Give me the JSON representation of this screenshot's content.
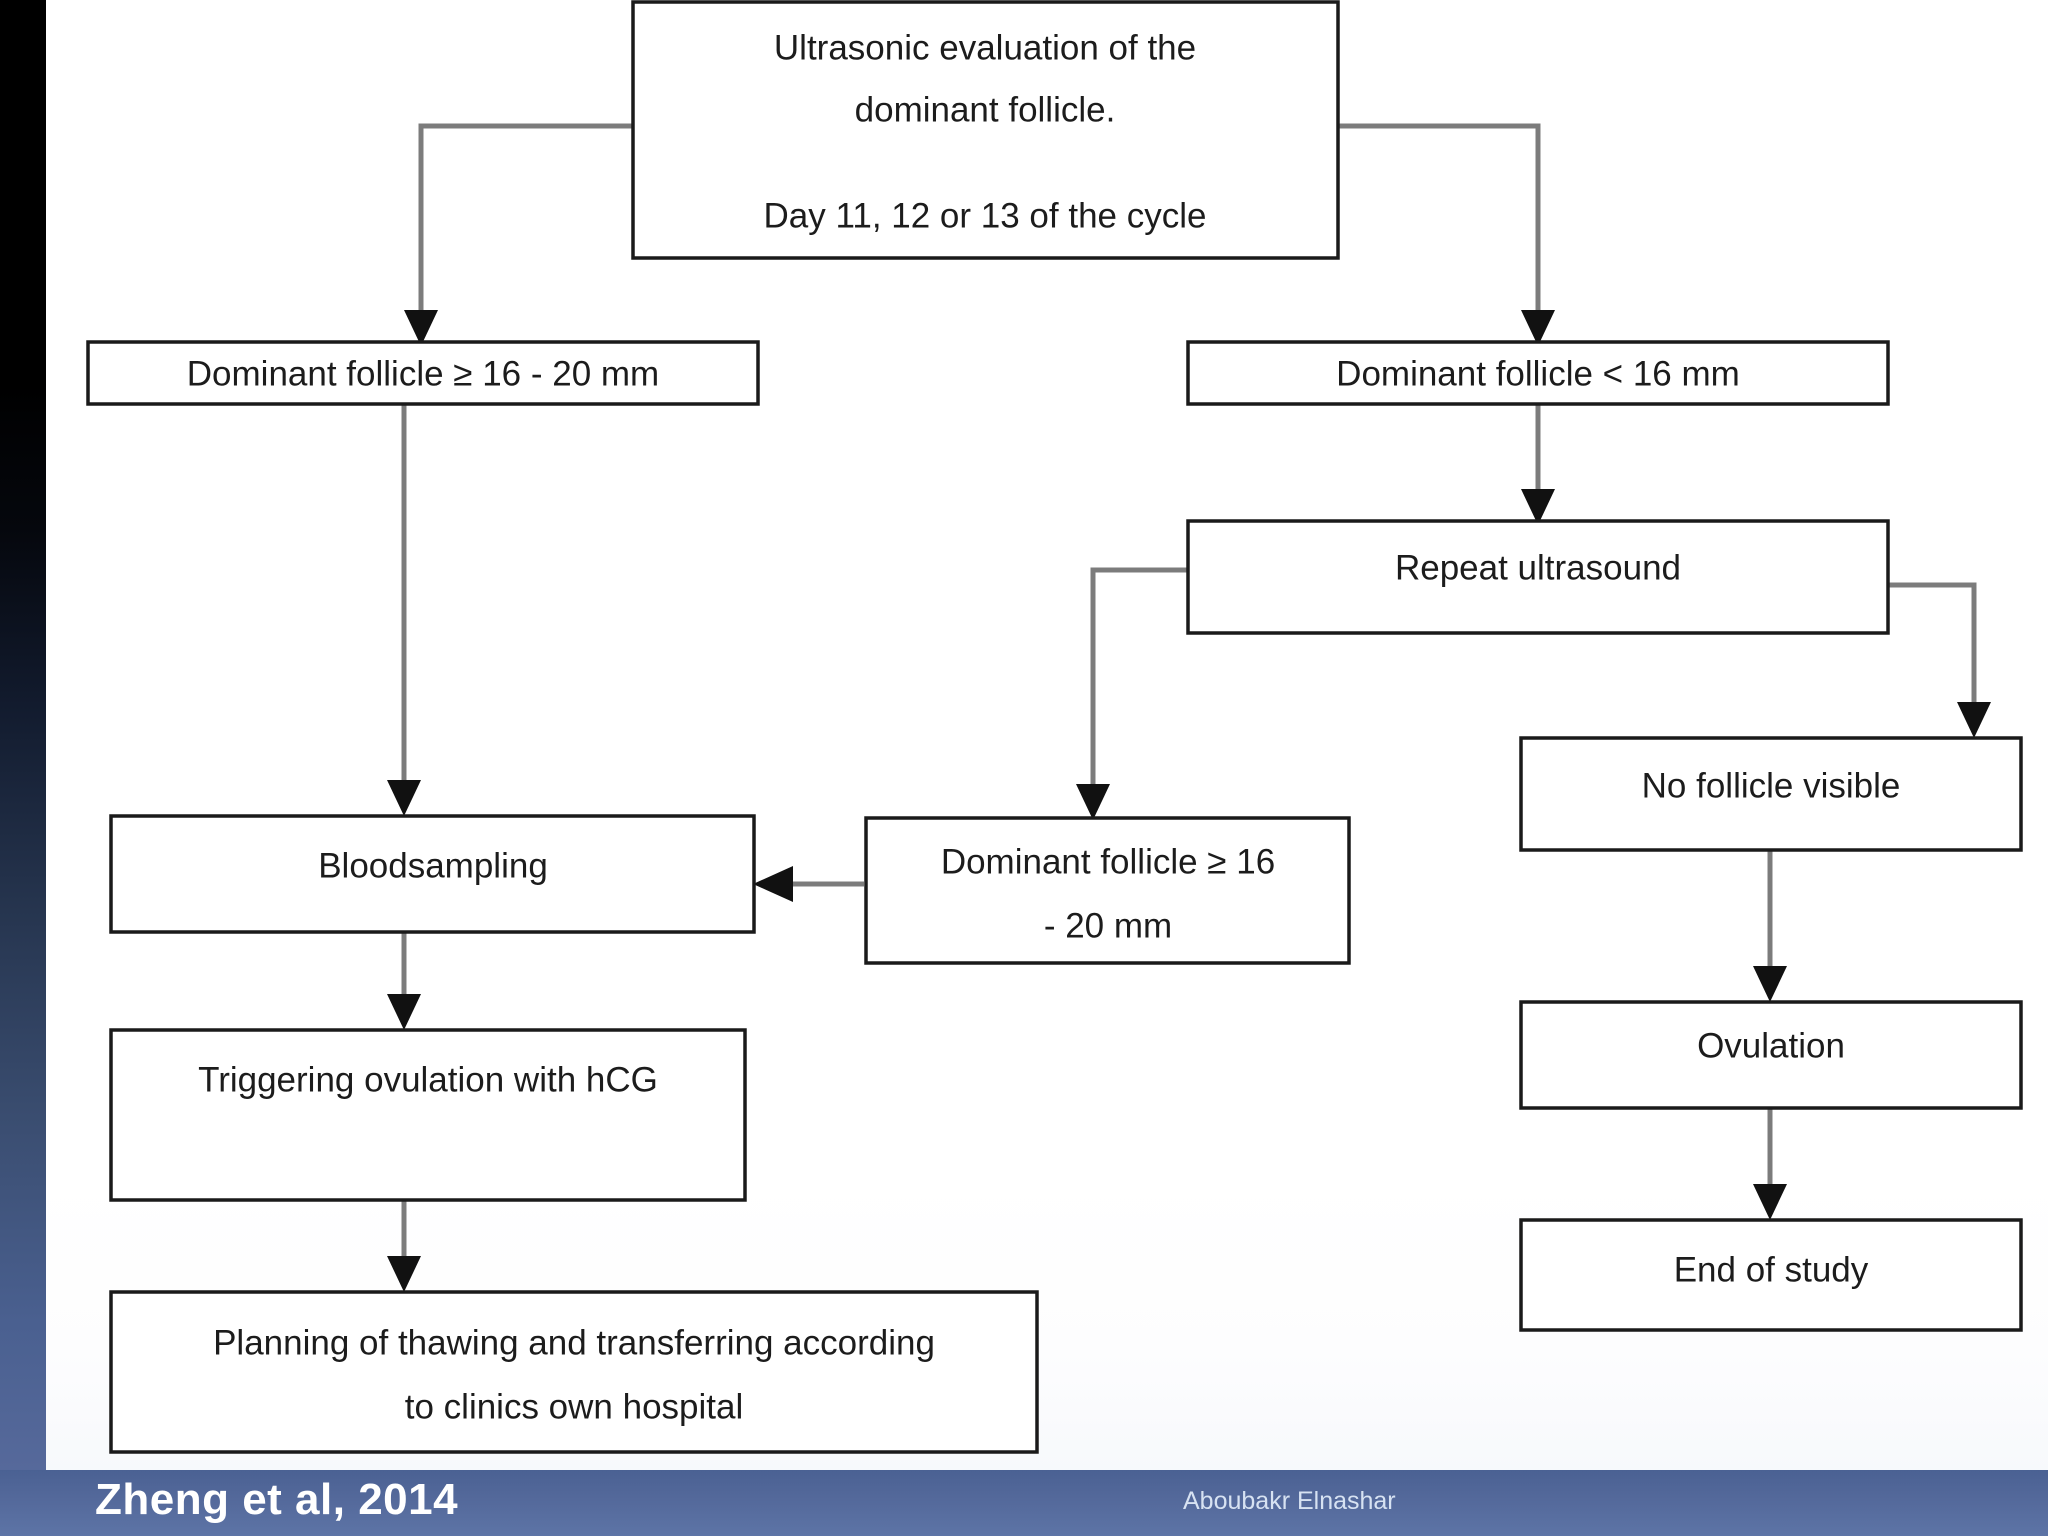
{
  "slide": {
    "background_color": "#ffffff",
    "band_color_top": "#000000",
    "band_color_bottom": "#56699b"
  },
  "footer": {
    "background_color": "#53689a",
    "citation": "Zheng  et al, 2014",
    "author": "Aboubakr Elnashar"
  },
  "flowchart": {
    "type": "flowchart",
    "nodes": [
      {
        "id": "ultrasonic-evaluation",
        "lines": [
          "Ultrasonic evaluation of the",
          "dominant follicle.",
          "",
          "Day 11, 12 or 13 of the cycle"
        ]
      },
      {
        "id": "dominant-follicle-large",
        "lines": [
          "Dominant follicle ≥ 16 - 20 mm"
        ]
      },
      {
        "id": "dominant-follicle-small",
        "lines": [
          "Dominant follicle < 16 mm"
        ]
      },
      {
        "id": "repeat-ultrasound",
        "lines": [
          "Repeat ultrasound"
        ]
      },
      {
        "id": "no-follicle-visible",
        "lines": [
          "No follicle visible"
        ]
      },
      {
        "id": "dominant-follicle-large-repeat",
        "lines": [
          "Dominant follicle ≥ 16",
          "- 20 mm"
        ]
      },
      {
        "id": "bloodsampling",
        "lines": [
          "Bloodsampling"
        ]
      },
      {
        "id": "ovulation",
        "lines": [
          "Ovulation"
        ]
      },
      {
        "id": "triggering-ovulation",
        "lines": [
          "Triggering ovulation with hCG"
        ]
      },
      {
        "id": "end-of-study",
        "lines": [
          "End of study"
        ]
      },
      {
        "id": "planning-thawing",
        "lines": [
          "Planning of thawing and transferring according",
          "to clinics own hospital"
        ]
      }
    ],
    "edges": [
      {
        "from": "ultrasonic-evaluation",
        "to": "dominant-follicle-large"
      },
      {
        "from": "ultrasonic-evaluation",
        "to": "dominant-follicle-small"
      },
      {
        "from": "dominant-follicle-small",
        "to": "repeat-ultrasound"
      },
      {
        "from": "repeat-ultrasound",
        "to": "dominant-follicle-large-repeat"
      },
      {
        "from": "repeat-ultrasound",
        "to": "no-follicle-visible"
      },
      {
        "from": "dominant-follicle-large",
        "to": "bloodsampling"
      },
      {
        "from": "dominant-follicle-large-repeat",
        "to": "bloodsampling"
      },
      {
        "from": "bloodsampling",
        "to": "triggering-ovulation"
      },
      {
        "from": "triggering-ovulation",
        "to": "planning-thawing"
      },
      {
        "from": "no-follicle-visible",
        "to": "ovulation"
      },
      {
        "from": "ovulation",
        "to": "end-of-study"
      }
    ]
  }
}
